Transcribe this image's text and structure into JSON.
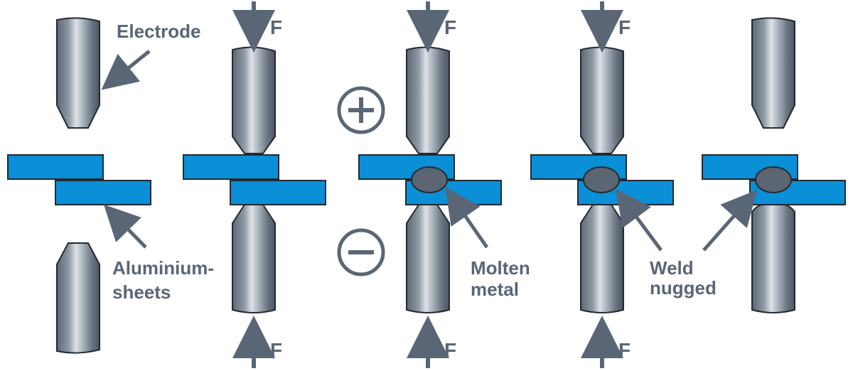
{
  "labels": {
    "electrode": "Electrode",
    "sheets_line1": "Aluminium-",
    "sheets_line2": "sheets",
    "molten_line1": "Molten",
    "molten_line2": "metal",
    "weld_line1": "Weld",
    "weld_line2": "nugged"
  },
  "force_symbol": "F",
  "colors": {
    "sheet": "#0b8fd6",
    "outline": "#222a33",
    "arrow": "#5a6675",
    "nugget": "#5b6672",
    "text": "#5a6675"
  },
  "stages": [
    {
      "name": "initial",
      "force_top": false,
      "force_bottom": false
    },
    {
      "name": "clamping",
      "force_top": true,
      "force_bottom": true
    },
    {
      "name": "current-applied",
      "force_top": true,
      "force_bottom": true,
      "polarity_top": "+",
      "polarity_bottom": "-"
    },
    {
      "name": "solidifying",
      "force_top": true,
      "force_bottom": true
    },
    {
      "name": "released",
      "force_top": false,
      "force_bottom": false
    }
  ]
}
